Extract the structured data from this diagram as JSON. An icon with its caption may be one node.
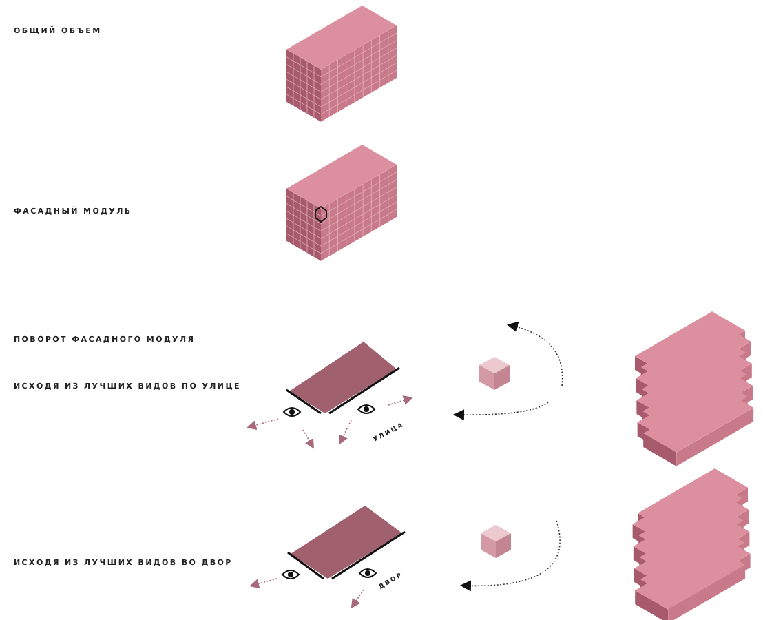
{
  "diagram": {
    "labels": [
      "ОБЩИЙ ОБЪЕМ",
      "ФАСАДНЫЙ МОДУЛЬ",
      "ПОВОРОТ ФАСАДНОГО МОДУЛЯ",
      "ИСХОДЯ ИЗ ЛУЧШИХ ВИДОВ ПО УЛИЦЕ",
      "УЛИЦА",
      "ИСХОДЯ ИЗ ЛУЧШИХ ВИДОВ ВО ДВОР",
      "ДВОР"
    ]
  }
}
